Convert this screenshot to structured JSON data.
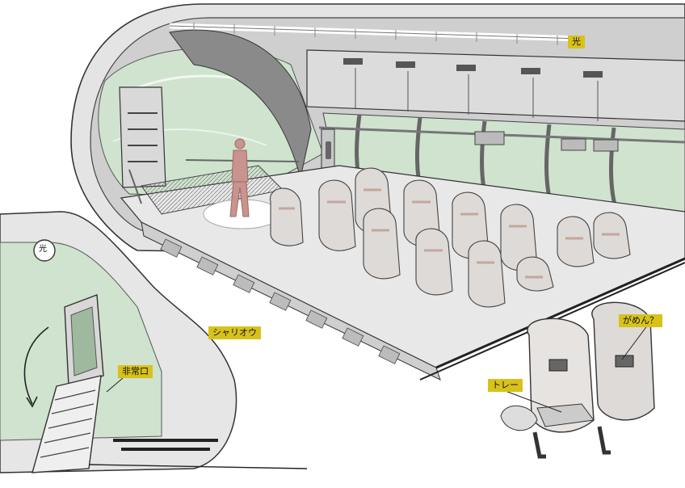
{
  "labels": {
    "light": "光",
    "light_circle": "光",
    "shariou": "シャリオウ",
    "emergency_exit": "非常口",
    "tray": "トレー",
    "screen": "がめん？"
  },
  "colors": {
    "glass": "#cfe3cf",
    "hull": "#d6d6d6",
    "hull_dark": "#4a4a4a",
    "seat": "#dedad7",
    "seat_stripe": "#c3a79c",
    "figure": "#c9938e",
    "label_bg": "#d8c21a"
  }
}
